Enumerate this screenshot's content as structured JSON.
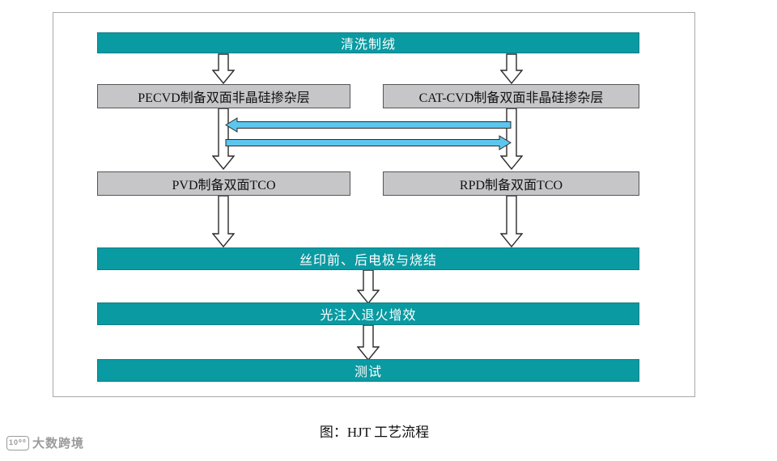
{
  "figure": {
    "nodes": {
      "clean": "清洗制绒",
      "pecvd": "PECVD制备双面非晶硅掺杂层",
      "catcvd": "CAT-CVD制备双面非晶硅掺杂层",
      "pvd": "PVD制备双面TCO",
      "rpd": "RPD制备双面TCO",
      "screen_print": "丝印前、后电极与烧结",
      "light_anneal": "光注入退火增效",
      "test": "测试"
    },
    "caption": "图：HJT 工艺流程"
  },
  "watermark": {
    "logo": "10⁰⁰",
    "text": "大数跨境"
  },
  "colors": {
    "teal": "#0a9aa2",
    "gray_box": "#c6c6c8",
    "cyan_arrow": "#5cc6ee",
    "arrow_outline": "#2b2b2b"
  }
}
